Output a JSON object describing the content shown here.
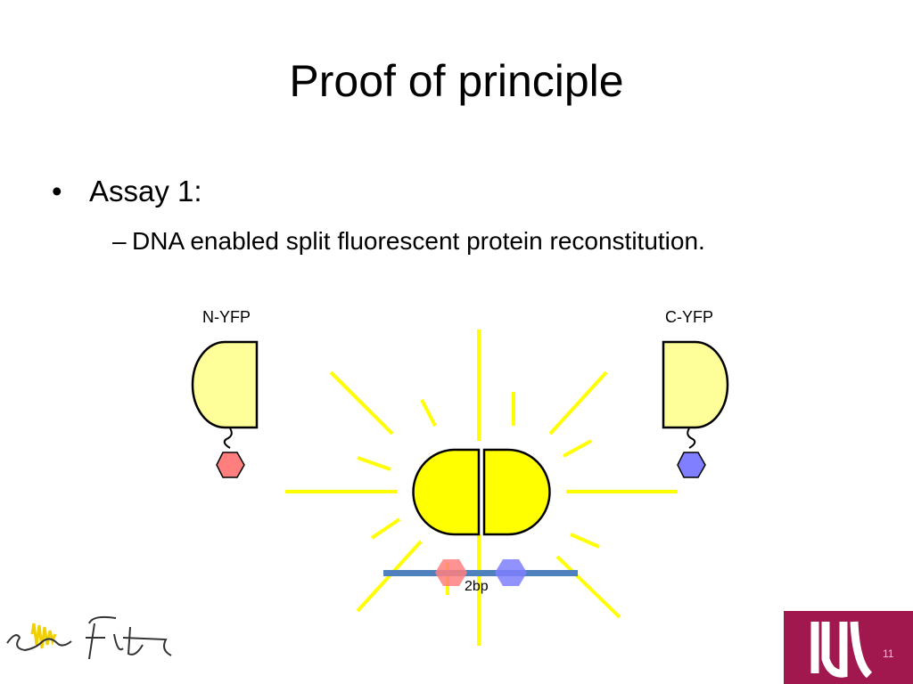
{
  "slide": {
    "title": "Proof of principle",
    "bullet_level1": "Assay 1:",
    "bullet_level2": "DNA enabled split fluorescent protein reconstitution.",
    "bullet_dash": "–",
    "bullet_dot": "•",
    "page_number": "11"
  },
  "diagram": {
    "left_label": "N-YFP",
    "right_label": "C-YFP",
    "spacer_label": "2bp"
  },
  "colors": {
    "yfp_fill": "#ffff99",
    "yfp_bright": "#ffff00",
    "ray": "#ffff00",
    "red_tag": "#ff7f7f",
    "blue_tag": "#7f7fff",
    "dna": "#4f81bd",
    "logo_bg": "#a0184e"
  }
}
